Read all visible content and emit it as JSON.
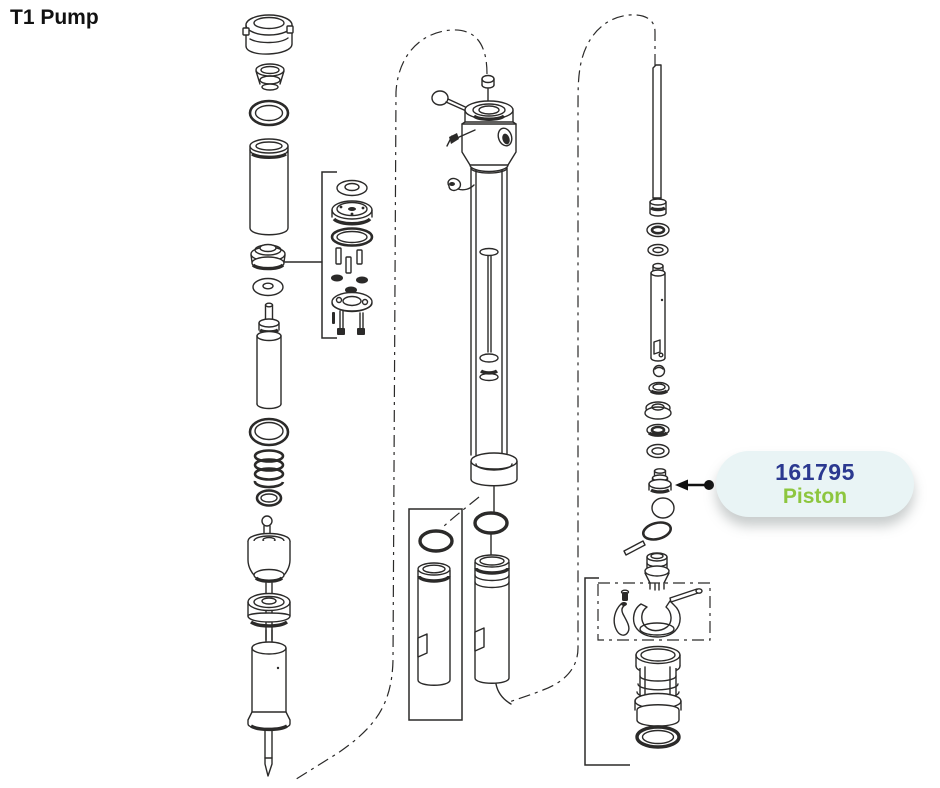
{
  "title": "T1 Pump",
  "callout": {
    "part_number": "161795",
    "part_name": "Piston"
  },
  "colors": {
    "num": "#2b3990",
    "name": "#8dc63f",
    "badge": "#e9f4f5",
    "line": "#2b2a29"
  }
}
